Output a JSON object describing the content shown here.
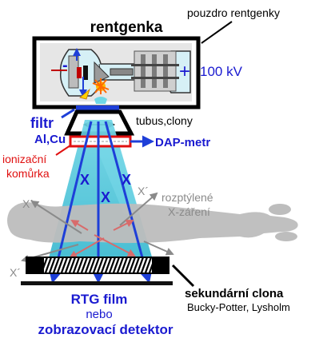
{
  "labels": {
    "tube": "rentgenka",
    "housing": "pouzdro rentgenky",
    "voltage": "100 kV",
    "plus_sign": "+",
    "minus_sign": "-",
    "filter_title": "filtr",
    "filter_material": "Al,Cu",
    "collimator": "tubus,clony",
    "dap_meter": "DAP-metr",
    "ion_chamber_line1": "ionizační",
    "ion_chamber_line2": "komůrka",
    "xray_symbol": "X",
    "xray_prime": "X´",
    "scattered_line1": "rozptýlené",
    "scattered_line2": "X-záření",
    "grid_title": "sekundární clona",
    "grid_sub": "Bucky-Potter, Lysholm",
    "film": "RTG film",
    "or_word": "nebo",
    "detector": "zobrazovací detektor"
  },
  "colors": {
    "blue_text": "#1a1ad0",
    "arrow_blue": "#1e3fd8",
    "beam_cyan": "#3fc4d8",
    "red_text": "#e01010",
    "body_gray": "#bdbdbd",
    "scatter_gray": "#9a9a9a"
  },
  "icons": {
    "tube_illustration": "xray-tube-icon",
    "detector_grid": "grid-icon"
  }
}
